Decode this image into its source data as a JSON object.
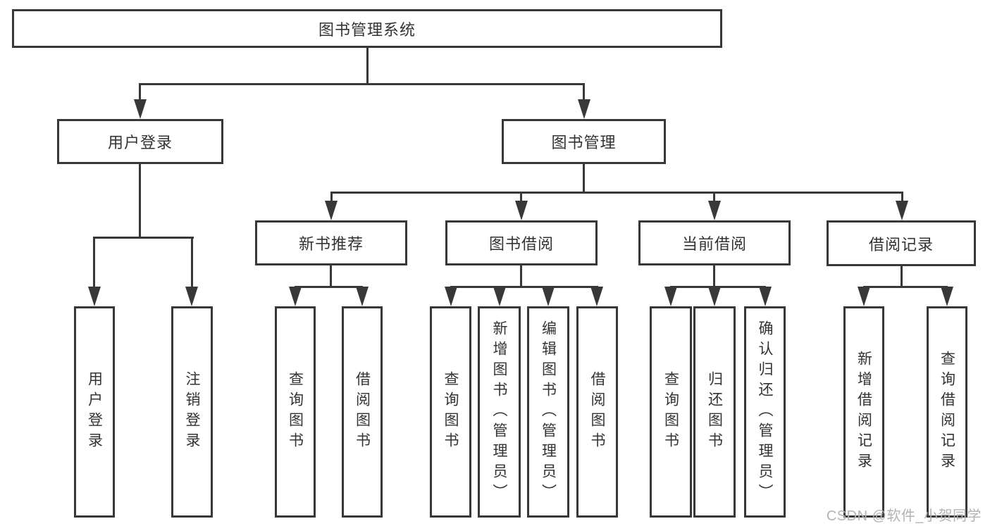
{
  "diagram": {
    "root": {
      "label": "图书管理系统"
    },
    "branches": [
      {
        "label": "用户登录",
        "children": [
          {
            "label": "用户登录"
          },
          {
            "label": "注销登录"
          }
        ]
      },
      {
        "label": "图书管理",
        "children": [
          {
            "label": "新书推荐",
            "children": [
              {
                "label": "查询图书"
              },
              {
                "label": "借阅图书"
              }
            ]
          },
          {
            "label": "图书借阅",
            "children": [
              {
                "label": "查询图书"
              },
              {
                "label": "新增图书（管理员）"
              },
              {
                "label": "编辑图书（管理员）"
              },
              {
                "label": "借阅图书"
              }
            ]
          },
          {
            "label": "当前借阅",
            "children": [
              {
                "label": "查询图书"
              },
              {
                "label": "归还图书"
              },
              {
                "label": "确认归还（管理员）"
              }
            ]
          },
          {
            "label": "借阅记录",
            "children": [
              {
                "label": "新增借阅记录"
              },
              {
                "label": "查询借阅记录"
              }
            ]
          }
        ]
      }
    ]
  },
  "watermark": {
    "text": "CSDN @软件_小贺同学"
  },
  "colors": {
    "line": "#383838",
    "text": "#333333",
    "watermark": "#b3b3b3",
    "background": "#ffffff"
  }
}
